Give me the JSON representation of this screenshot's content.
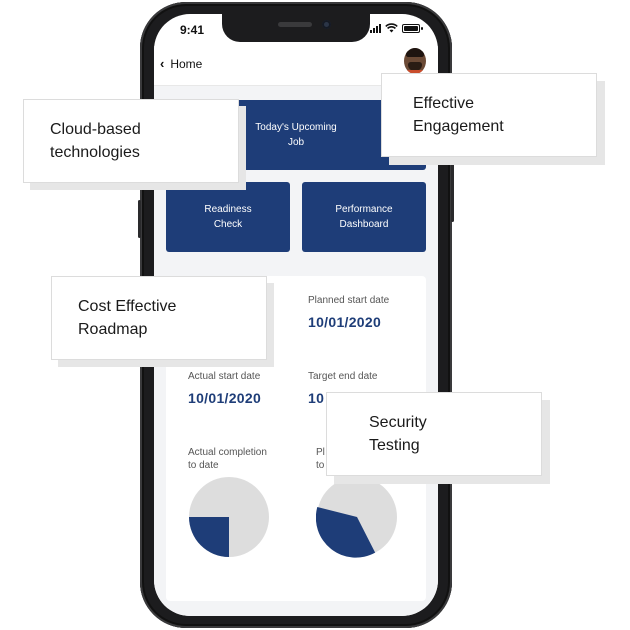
{
  "status_bar": {
    "time": "9:41"
  },
  "header": {
    "back_label": "Home"
  },
  "buttons": {
    "upcoming_job": "Today's Upcoming\nJob",
    "readiness_check": "Readiness\nCheck",
    "performance_dashboard": "Performance\nDashboard"
  },
  "dates": {
    "planned_start_label": "Planned start date",
    "planned_start_value": "10/01/2020",
    "actual_start_label": "Actual start date",
    "actual_start_value": "10/01/2020",
    "target_end_label": "Target end date",
    "target_end_value": "10",
    "actual_completion_label": "Actual completion\nto  date",
    "planned_completion_label": "Pl\nto"
  },
  "progress": {
    "actual_completion_fraction": 0.25,
    "planned_completion_fraction": 0.3,
    "fill_color": "#1e3d78",
    "rest_color": "#dddddd"
  },
  "callouts": {
    "cloud": "Cloud-based\ntechnologies",
    "engagement": "Effective\nEngagement",
    "cost": "Cost Effective\nRoadmap",
    "security": "Security\nTesting"
  },
  "colors": {
    "accent": "#1e3d78",
    "phone_body": "#1c1c1e"
  }
}
